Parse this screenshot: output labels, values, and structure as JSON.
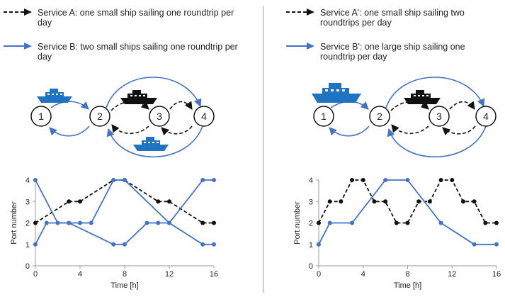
{
  "colors": {
    "black": "#111111",
    "blue": "#4472C4",
    "ship_blue": "#1F73C0",
    "axis": "#9a9a9a"
  },
  "panels": [
    {
      "legend": [
        {
          "text": "Service A: one small ship sailing one roundtrip per day",
          "style": "dashed-black"
        },
        {
          "text": "Service B: two small ships sailing one roundtrip per day",
          "style": "solid-blue"
        }
      ],
      "nodes": [
        "1",
        "2",
        "3",
        "4"
      ],
      "ships": [
        {
          "icon": "ship-blue-icon",
          "size": "small",
          "position": "above-node-1"
        },
        {
          "icon": "ship-black-icon",
          "size": "small",
          "position": "above-node-3"
        },
        {
          "icon": "ship-blue-icon",
          "size": "small",
          "position": "below-node-3"
        }
      ]
    },
    {
      "legend": [
        {
          "text": "Service A': one small ship sailing two roundtrips per day",
          "style": "dashed-black"
        },
        {
          "text": "Service B': one large ship sailing one roundtrip per day",
          "style": "solid-blue"
        }
      ],
      "nodes": [
        "1",
        "2",
        "3",
        "4"
      ],
      "ships": [
        {
          "icon": "ship-blue-icon",
          "size": "large",
          "position": "above-node-1"
        },
        {
          "icon": "ship-black-icon",
          "size": "small",
          "position": "above-node-3"
        }
      ]
    }
  ],
  "chart_data": [
    {
      "type": "line",
      "xlabel": "Time [h]",
      "ylabel": "Port number",
      "xlim": [
        0,
        16
      ],
      "ylim": [
        0,
        4
      ],
      "xticks": [
        0,
        4,
        8,
        12,
        16
      ],
      "yticks": [
        0,
        1,
        2,
        3,
        4
      ],
      "grid": false,
      "series": [
        {
          "style": "dashed-black",
          "x": [
            0,
            3,
            4,
            7,
            8,
            11,
            12,
            15,
            16
          ],
          "y": [
            2,
            3,
            3,
            4,
            4,
            3,
            3,
            2,
            2
          ]
        },
        {
          "style": "solid-blue",
          "x": [
            0,
            2,
            3,
            7,
            8,
            10,
            11,
            12,
            15,
            16
          ],
          "y": [
            4,
            2,
            2,
            1,
            1,
            2,
            2,
            2,
            1,
            1
          ]
        },
        {
          "style": "solid-blue",
          "x": [
            0,
            1,
            3,
            4,
            5,
            7,
            8,
            12,
            15,
            16
          ],
          "y": [
            1,
            2,
            2,
            2,
            2,
            4,
            4,
            2,
            4,
            4
          ]
        }
      ]
    },
    {
      "type": "line",
      "xlabel": "Time [h]",
      "ylabel": "Port number",
      "xlim": [
        0,
        16
      ],
      "ylim": [
        0,
        4
      ],
      "xticks": [
        0,
        4,
        8,
        12,
        16
      ],
      "yticks": [
        0,
        1,
        2,
        3,
        4
      ],
      "grid": false,
      "series": [
        {
          "style": "dashed-black",
          "x": [
            0,
            1,
            2,
            3,
            4,
            5,
            6,
            7,
            8,
            9,
            10,
            11,
            12,
            13,
            14,
            15,
            16
          ],
          "y": [
            2,
            3,
            3,
            4,
            4,
            3,
            3,
            2,
            2,
            3,
            3,
            4,
            4,
            3,
            3,
            2,
            2
          ]
        },
        {
          "style": "solid-blue",
          "x": [
            0,
            1,
            3,
            6,
            8,
            11,
            14,
            16
          ],
          "y": [
            1,
            2,
            2,
            4,
            4,
            2,
            1,
            1
          ]
        }
      ]
    }
  ]
}
